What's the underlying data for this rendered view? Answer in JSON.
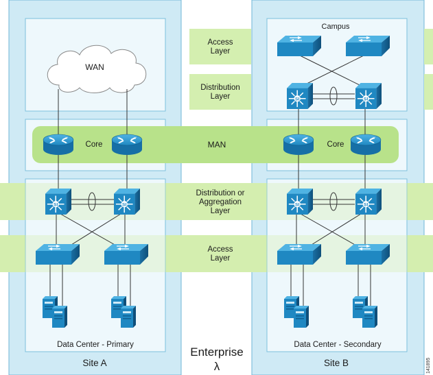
{
  "sites": {
    "a": {
      "label": "Site A",
      "datacenter": "Data Center - Primary",
      "wan": "WAN",
      "core": "Core"
    },
    "b": {
      "label": "Site B",
      "datacenter": "Data Center - Secondary",
      "campus": "Campus",
      "core": "Core"
    }
  },
  "bands": {
    "access_top": "Access\nLayer",
    "distribution_top": "Distribution\nLayer",
    "man": "MAN",
    "distribution_agg": "Distribution or\nAggregation\nLayer",
    "access_bottom": "Access\nLayer"
  },
  "enterprise": {
    "label": "Enterprise",
    "symbol": "λ"
  },
  "figure_id": "141895",
  "colors": {
    "site_panel": "#cfeaf5",
    "section_box": "#eef8fc",
    "band_green": "#d4efb0",
    "man_green": "#b8e28a",
    "device_blue": "#1f88c2"
  }
}
